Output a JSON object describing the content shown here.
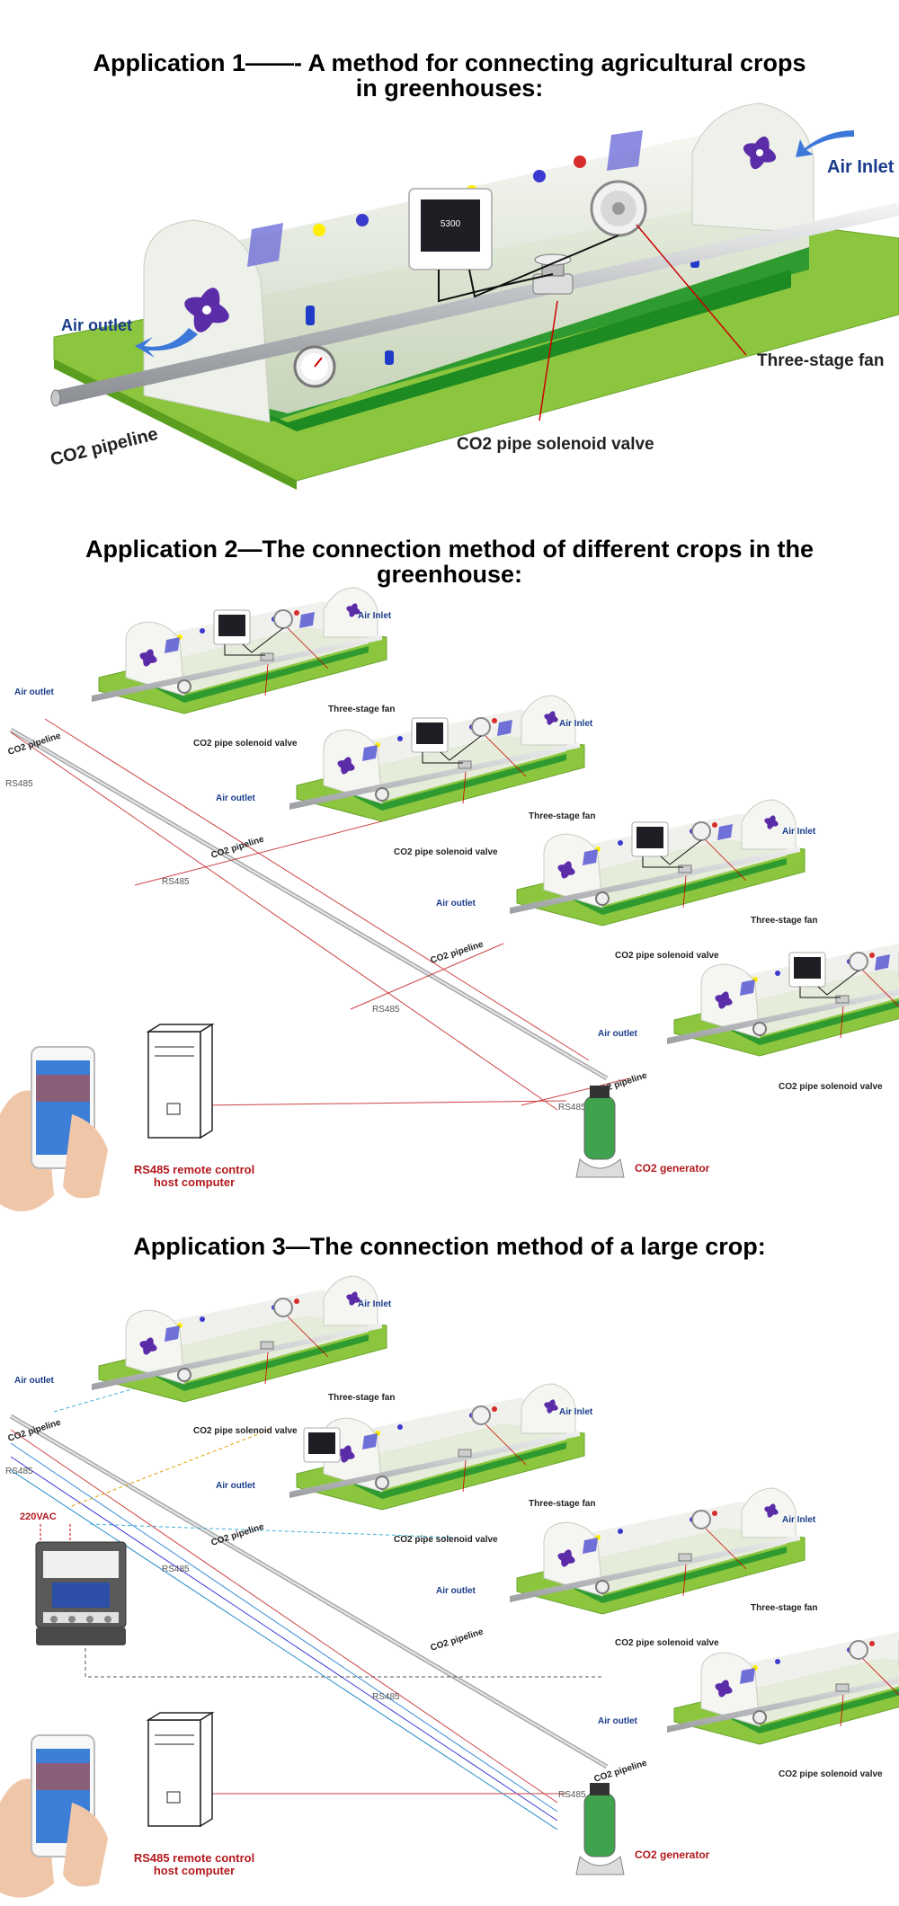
{
  "app1": {
    "title_line1": "Application 1——- A method for connecting agricultural crops",
    "title_line2": "in greenhouses:",
    "air_inlet": "Air Inlet",
    "air_outlet": "Air outlet",
    "co2_pipeline": "CO2 pipeline",
    "solenoid": "CO2 pipe solenoid valve",
    "fan": "Three-stage fan",
    "controller_reading": "5300"
  },
  "app2": {
    "title_line1": "Application 2—The connection method of different crops in the",
    "title_line2": "greenhouse:",
    "air_inlet": "Air Inlet",
    "air_outlet": "Air outlet",
    "co2_pipeline": "CO2 pipeline",
    "solenoid": "CO2 pipe solenoid valve",
    "fan": "Three-stage fan",
    "rs485": "RS485",
    "host": "RS485 remote control host computer",
    "host_line1": "RS485 remote control",
    "host_line2": "host computer",
    "generator": "CO2 generator"
  },
  "app3": {
    "title": "Application 3—The connection method of a large crop:",
    "air_inlet": "Air Inlet",
    "air_outlet": "Air outlet",
    "co2_pipeline": "CO2 pipeline",
    "solenoid": "CO2 pipe solenoid valve",
    "fan": "Three-stage fan",
    "rs485": "RS485",
    "vac": "220VAC",
    "host_line1": "RS485 remote control",
    "host_line2": "host computer",
    "generator": "CO2 generator"
  },
  "colors": {
    "grass": "#8cc63f",
    "grass_dark": "#5a9e1e",
    "shell": "#e8ece4",
    "blue_label": "#1a3c8c",
    "red_label": "#b3191e",
    "fan_purple": "#5b2ca8"
  }
}
